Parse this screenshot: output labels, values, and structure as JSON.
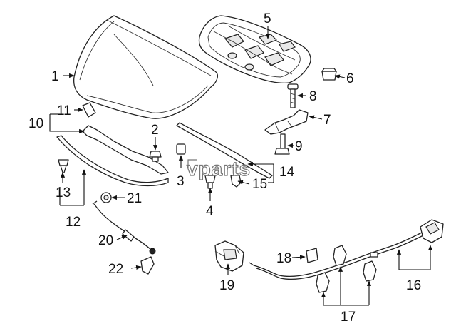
{
  "watermark": "vparts",
  "callouts": {
    "c1": "1",
    "c2": "2",
    "c3": "3",
    "c4": "4",
    "c5": "5",
    "c6": "6",
    "c7": "7",
    "c8": "8",
    "c9": "9",
    "c10": "10",
    "c11": "11",
    "c12": "12",
    "c13": "13",
    "c14": "14",
    "c15": "15",
    "c16": "16",
    "c17": "17",
    "c18": "18",
    "c19": "19",
    "c20": "20",
    "c21": "21",
    "c22": "22"
  }
}
